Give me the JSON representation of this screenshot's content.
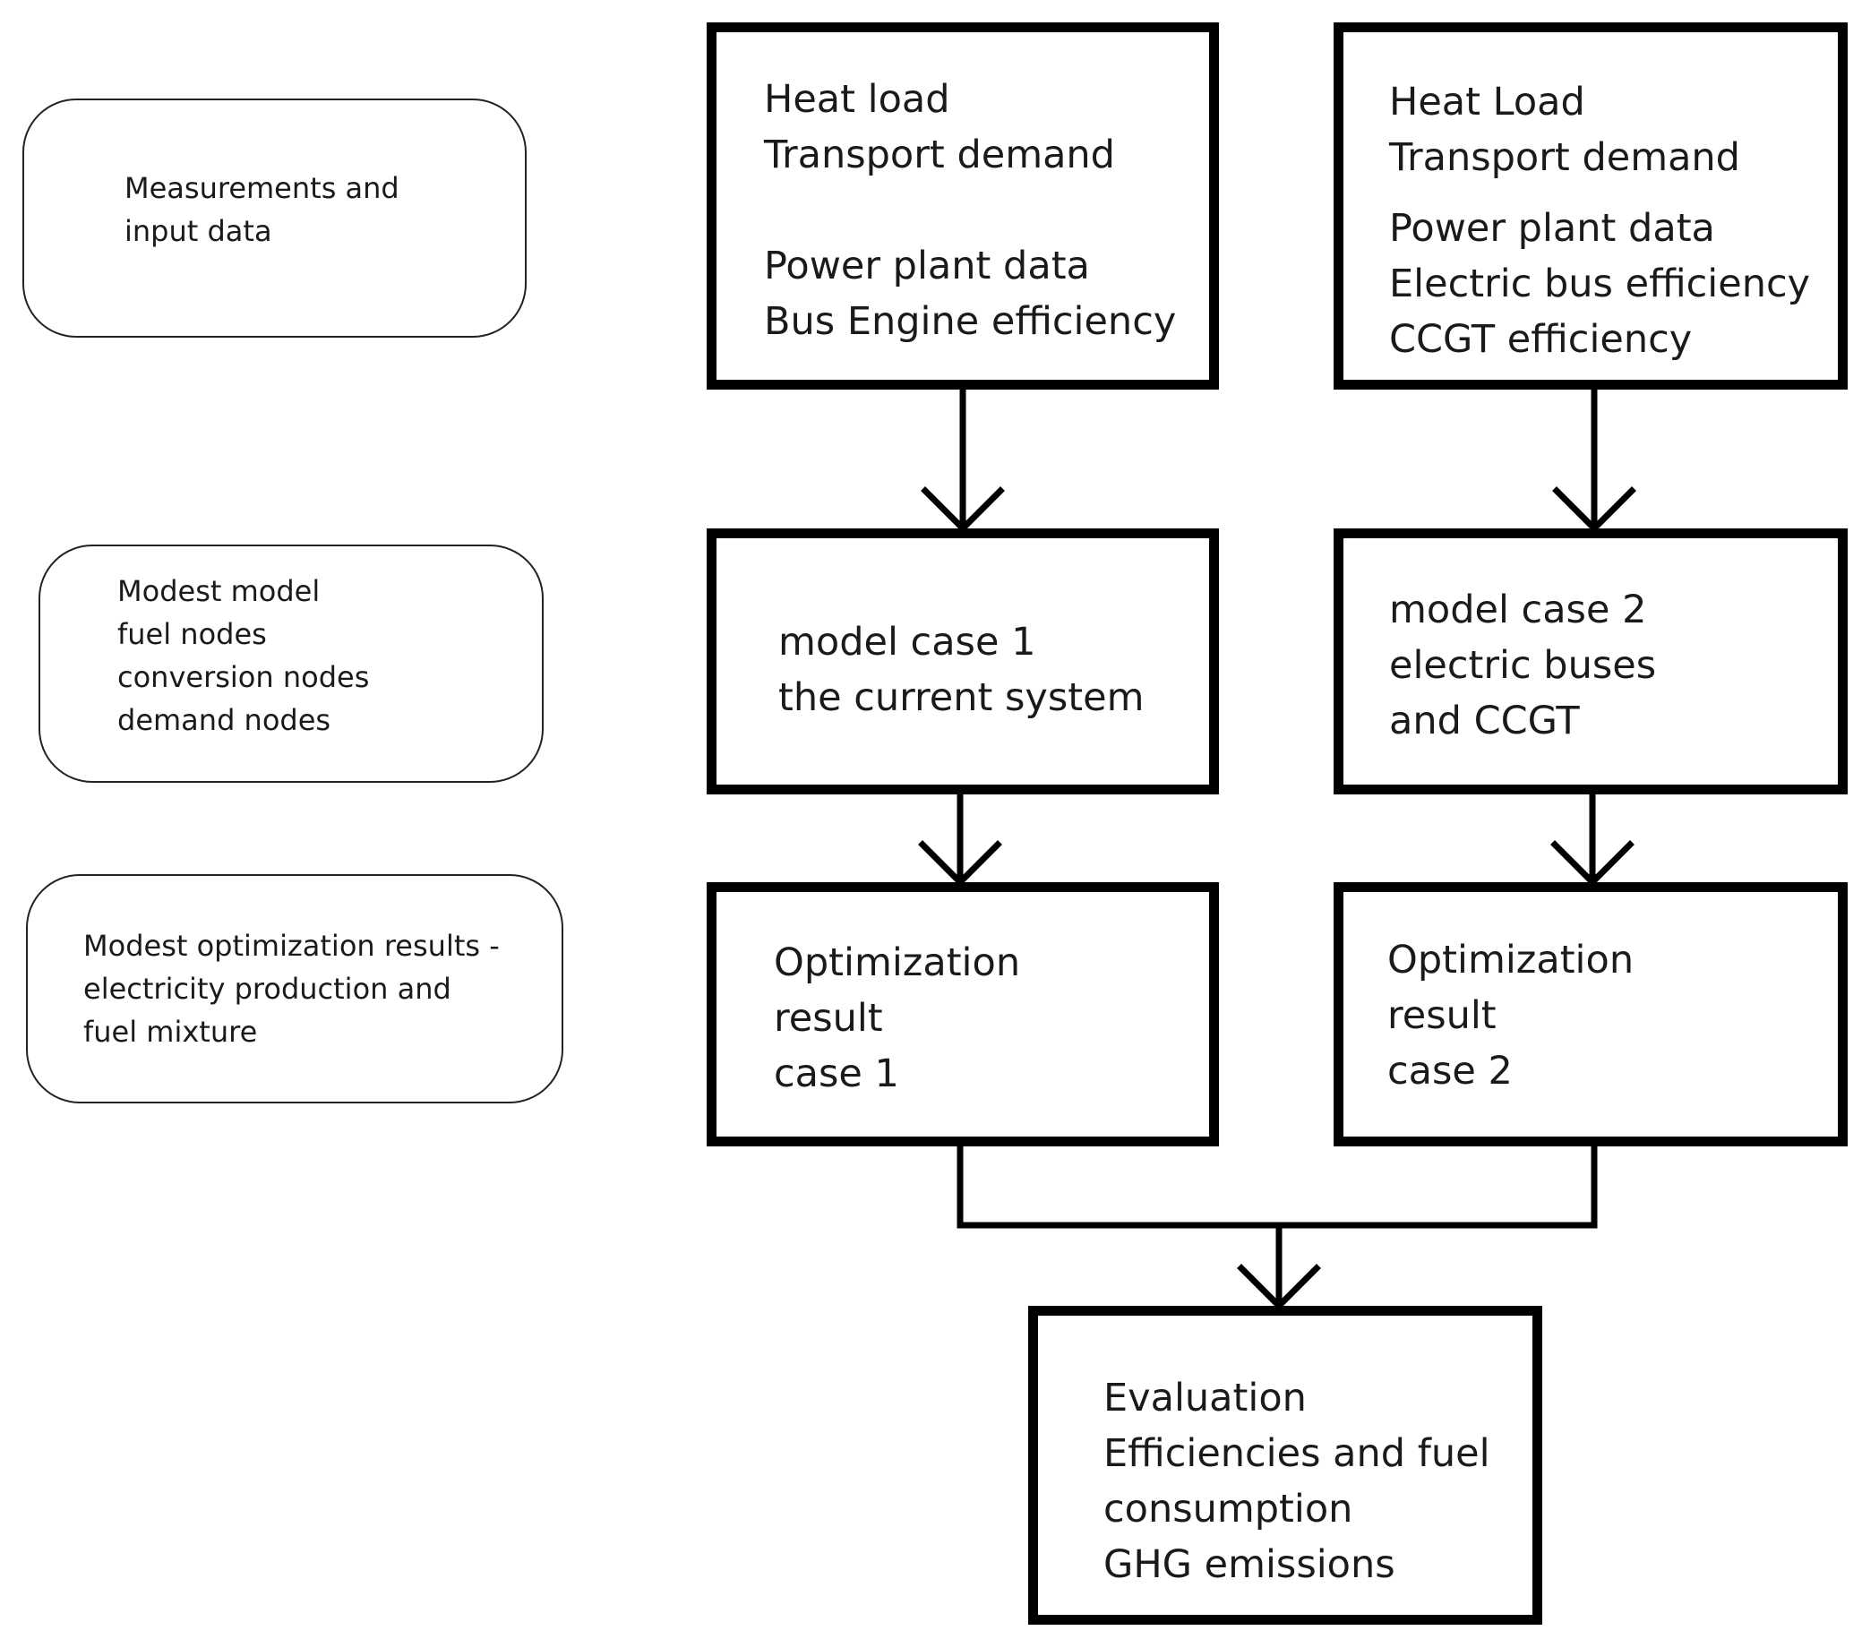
{
  "labels": {
    "measurements": [
      "Measurements and",
      "input data"
    ],
    "model": [
      "Modest model",
      "fuel nodes",
      "conversion nodes",
      "demand nodes"
    ],
    "results": [
      "Modest optimization results -",
      "electricity production and",
      "fuel mixture"
    ]
  },
  "case1": {
    "input": [
      "Heat load",
      "Transport demand",
      "Power plant data",
      "Bus Engine efficiency"
    ],
    "model": [
      "model case 1",
      "the current system"
    ],
    "result": [
      "Optimization",
      "result",
      "case 1"
    ]
  },
  "case2": {
    "input": [
      "Heat Load",
      "Transport demand",
      "Power plant data",
      "Electric bus efficiency",
      "CCGT efficiency"
    ],
    "model": [
      "model case 2",
      "electric buses",
      "and CCGT"
    ],
    "result": [
      "Optimization",
      "result",
      "case 2"
    ]
  },
  "evaluation": [
    "Evaluation",
    "Efficiencies and fuel",
    "consumption",
    "GHG emissions"
  ]
}
